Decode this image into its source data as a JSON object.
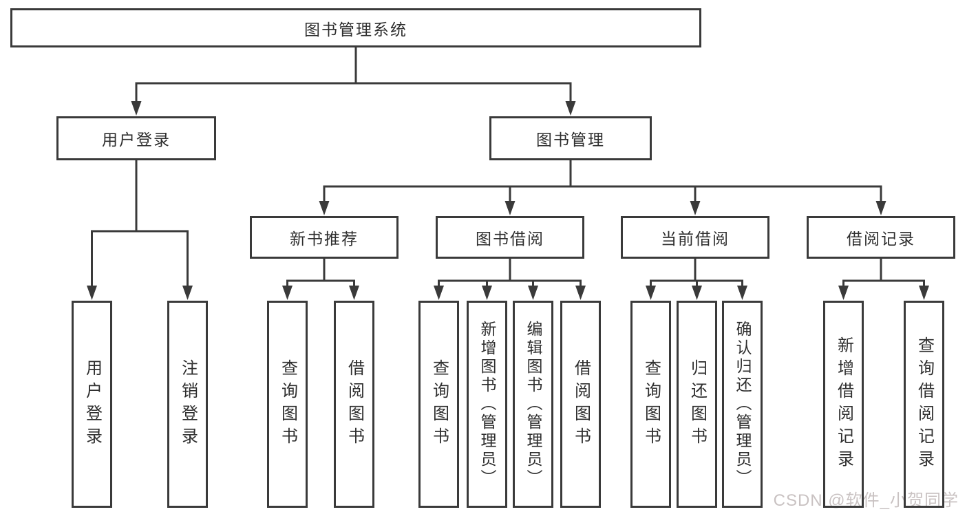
{
  "tree": {
    "root": "图书管理系统",
    "level2": [
      "用户登录",
      "图书管理"
    ],
    "groups": [
      {
        "parent": "用户登录",
        "children": [
          "用户登录",
          "注销登录"
        ]
      },
      {
        "parent": "新书推荐",
        "children": [
          "查询图书",
          "借阅图书"
        ]
      },
      {
        "parent": "图书借阅",
        "children": [
          "查询图书",
          "新增图书（管理员）",
          "编辑图书（管理员）",
          "借阅图书"
        ]
      },
      {
        "parent": "当前借阅",
        "children": [
          "查询图书",
          "归还图书",
          "确认归还（管理员）"
        ]
      },
      {
        "parent": "借阅记录",
        "children": [
          "新增借阅记录",
          "查询借阅记录"
        ]
      }
    ]
  },
  "watermark": {
    "text": "CSDN @软件_小贺同学",
    "color": "#c9c2c2"
  },
  "colors": {
    "line": "#3a3a3a",
    "text": "#2e2e2e",
    "box_background": "#ffffff",
    "page_background": "#ffffff"
  }
}
